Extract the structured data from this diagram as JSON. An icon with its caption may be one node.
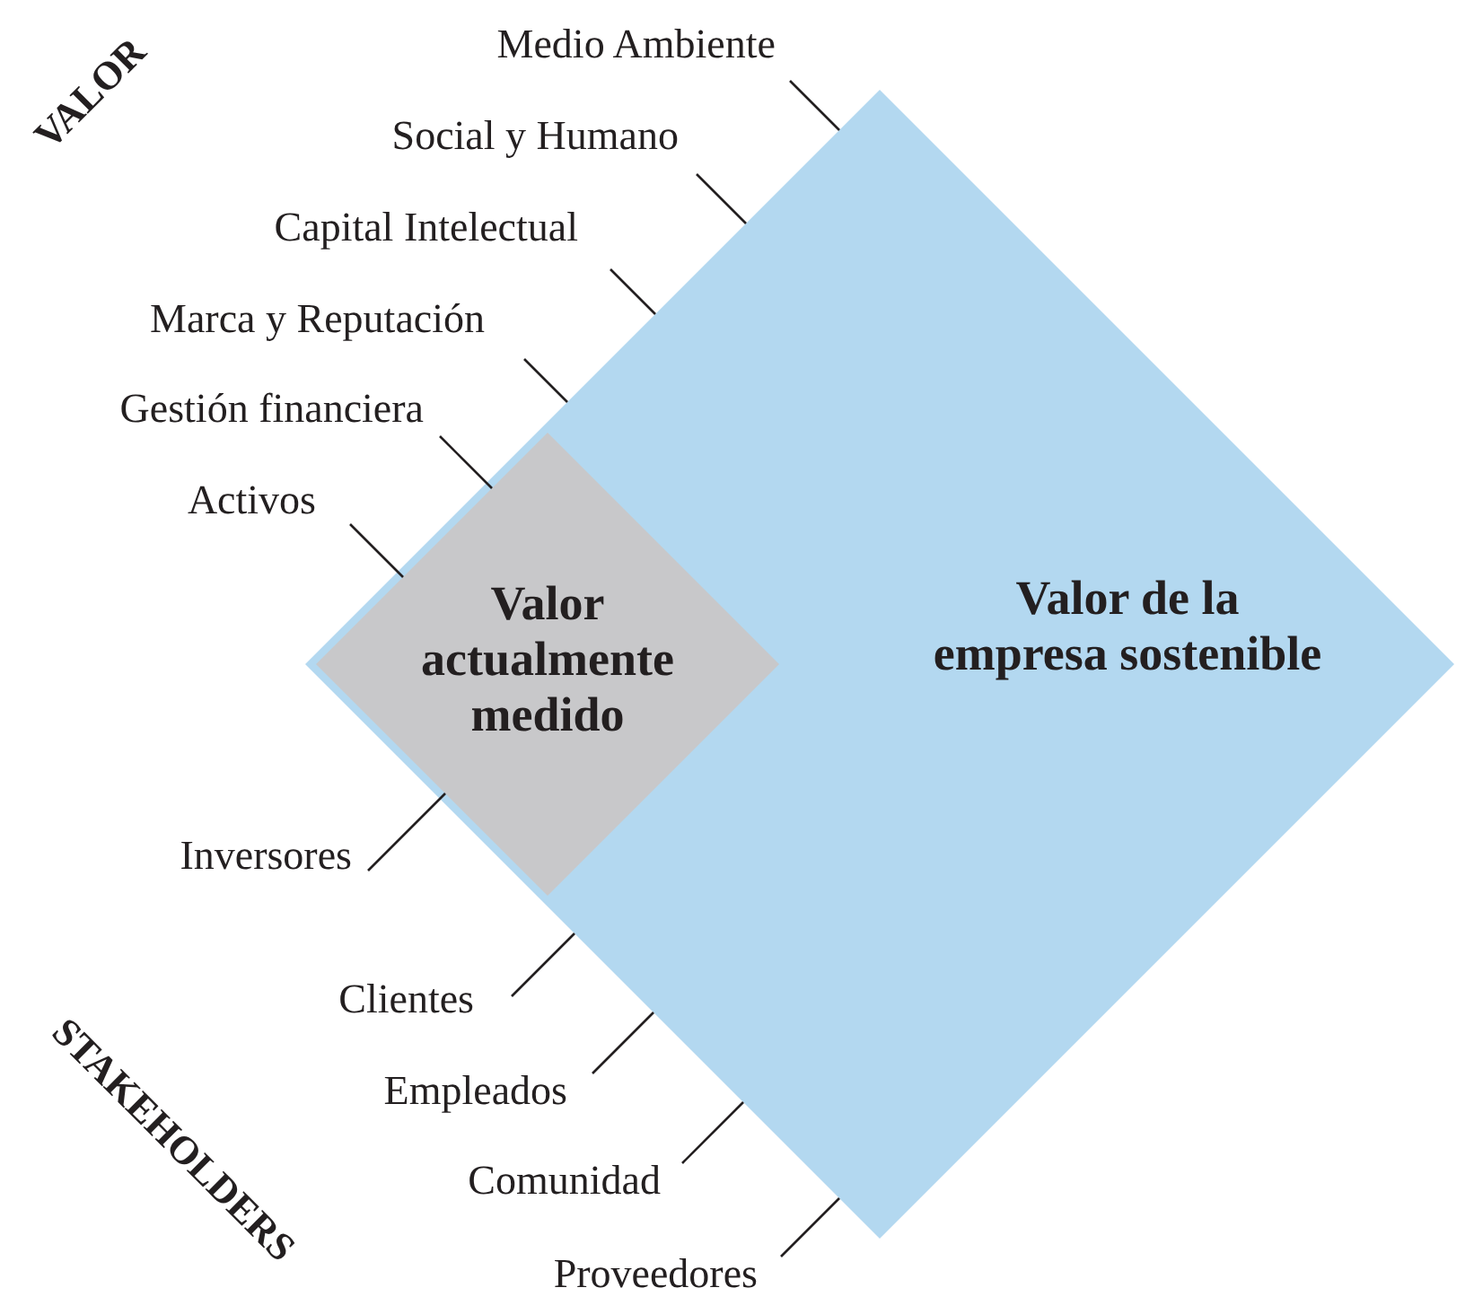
{
  "diagram": {
    "nodes": [
      {
        "text": [
          "Valor de la empresa sostenible"
        ]
      },
      {
        "text": [
          "Valor actualmente medido"
        ],
        "in": 0
      },
      {
        "text": [
          "Medio Ambiente"
        ]
      },
      {
        "text": [
          "Social y Humano"
        ]
      },
      {
        "text": [
          "Capital Intelectual"
        ]
      },
      {
        "text": [
          "Marca y Reputación"
        ]
      },
      {
        "text": [
          "Gestión financiera"
        ]
      },
      {
        "text": [
          "Activos"
        ]
      },
      {
        "text": [
          "Inversores"
        ]
      },
      {
        "text": [
          "Clientes"
        ]
      },
      {
        "text": [
          "Empleados"
        ]
      },
      {
        "text": [
          "Comunidad"
        ]
      },
      {
        "text": [
          "Proveedores"
        ]
      }
    ],
    "edges": [
      {
        "from": 2,
        "to": 0,
        "arrow": "none"
      },
      {
        "from": 3,
        "to": 0,
        "arrow": "none"
      },
      {
        "from": 4,
        "to": 0,
        "arrow": "none"
      },
      {
        "from": 5,
        "to": 0,
        "arrow": "none"
      },
      {
        "from": 6,
        "to": 1,
        "arrow": "none"
      },
      {
        "from": 7,
        "to": 1,
        "arrow": "none"
      },
      {
        "from": 8,
        "to": 1,
        "arrow": "none"
      },
      {
        "from": 9,
        "to": 0,
        "arrow": "none"
      },
      {
        "from": 10,
        "to": 0,
        "arrow": "none"
      },
      {
        "from": 11,
        "to": 0,
        "arrow": "none"
      },
      {
        "from": 12,
        "to": 0,
        "arrow": "none"
      }
    ],
    "labels": [
      "VALOR",
      "STAKEHOLDERS"
    ]
  }
}
